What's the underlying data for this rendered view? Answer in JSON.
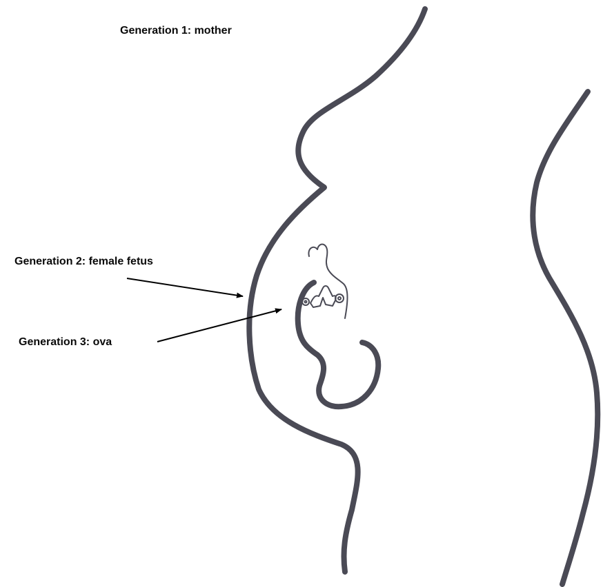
{
  "labels": {
    "generation_1": "Generation 1: mother",
    "generation_2": "Generation 2: female fetus",
    "generation_3": "Generation 3: ova"
  },
  "colors": {
    "outline": "#4a4a55",
    "arrow": "#000000",
    "text": "#0a0a0a",
    "background": "#ffffff"
  }
}
